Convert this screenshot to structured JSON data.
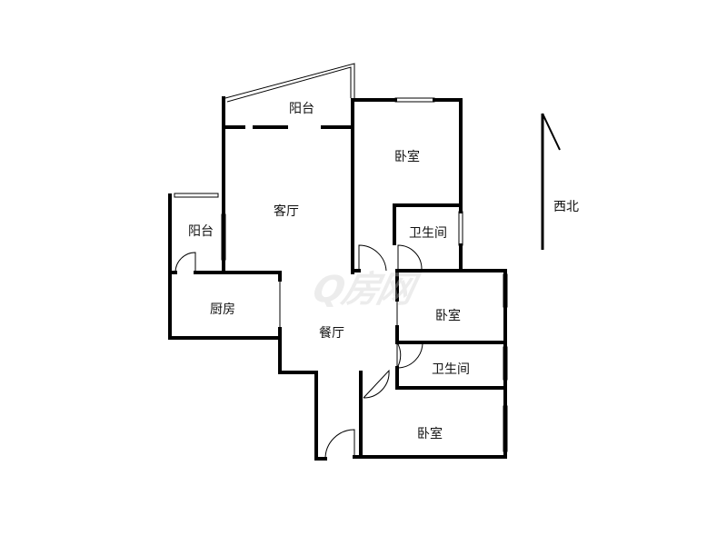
{
  "rooms": {
    "balcony_top": "阳台",
    "bedroom_master": "卧室",
    "living_room": "客厅",
    "balcony_left": "阳台",
    "bathroom_1": "卫生间",
    "kitchen": "厨房",
    "dining_room": "餐厅",
    "bedroom_2": "卧室",
    "bathroom_2": "卫生间",
    "bedroom_3": "卧室"
  },
  "compass": {
    "direction": "西北"
  },
  "watermark": "Q房网"
}
